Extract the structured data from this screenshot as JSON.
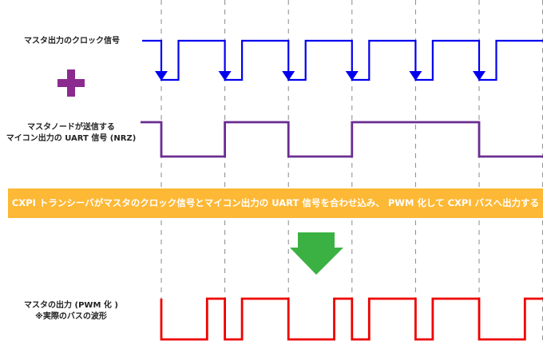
{
  "labels": {
    "clock": "マスタ出力のクロック信号",
    "uart_line1": "マスタノードが送信する",
    "uart_line2": "マイコン出力の UART 信号 (NRZ)",
    "pwm_line1": "マスタの出力 (PWM 化 )",
    "pwm_line2": "※実際のバスの波形"
  },
  "banner": {
    "text": "CXPI トランシーバがマスタのクロック信号とマイコン出力の UART 信号を合わせ込み、 PWM 化して CXPI バスへ出力する"
  },
  "colors": {
    "clock": "#0000EE",
    "uart": "#6A2D91",
    "pwm": "#EE0000",
    "banner": "#FDB835",
    "arrow": "#3BB143",
    "plus": "#8B2A8F",
    "gridline": "#888888"
  },
  "signals": {
    "periods": 6,
    "uart_bits": [
      0,
      1,
      0,
      1,
      1,
      0
    ],
    "clock_low_fraction": 0.27,
    "pwm_low_fraction_bit0": 0.72,
    "pwm_low_fraction_bit1": 0.27
  }
}
